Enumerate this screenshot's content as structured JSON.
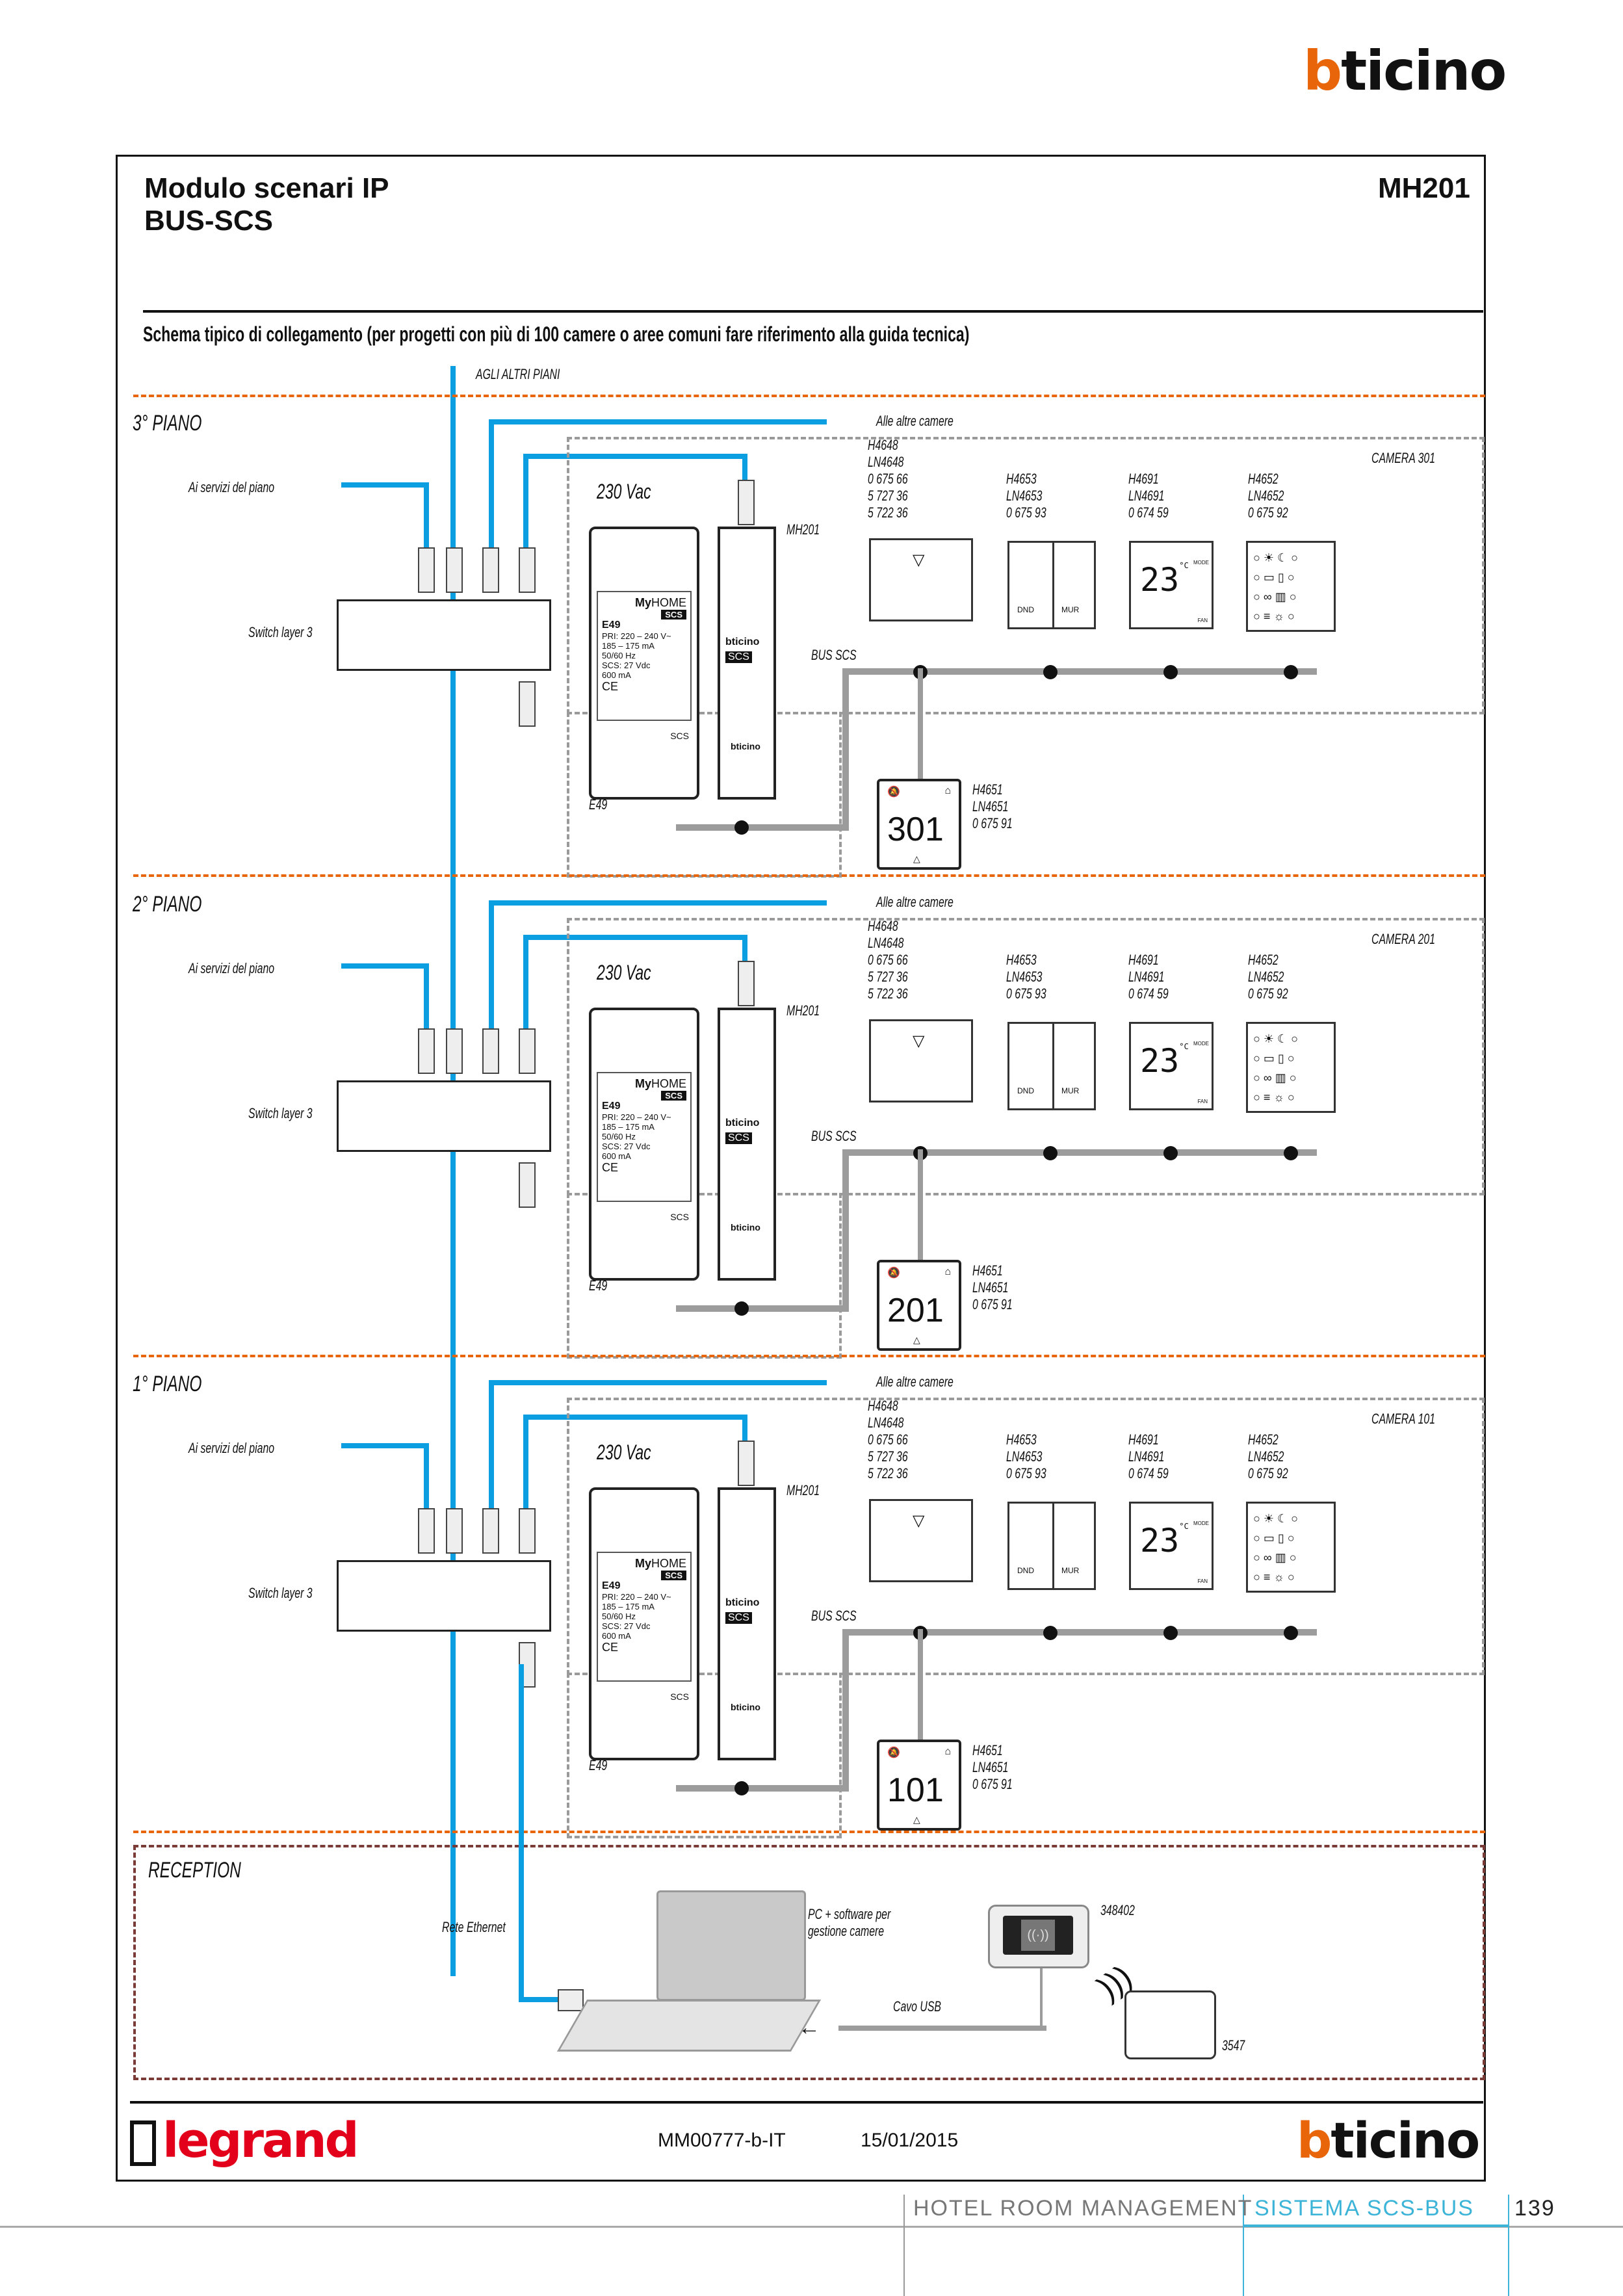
{
  "brand": {
    "top_logo": {
      "b": "b",
      "rest": "ticino"
    },
    "footer_logo_bticino": {
      "b": "b",
      "rest": "ticino"
    },
    "footer_logo_legrand": "legrand",
    "colors": {
      "bticino_orange": "#e8650a",
      "legrand_red": "#e2001a",
      "network_blue": "#0b9ee0",
      "floor_divider": "#e8650a",
      "reception_border": "#7a3b36",
      "bus_gray": "#9c9c9c"
    }
  },
  "header": {
    "title_line1": "Modulo scenari IP",
    "title_line2": "BUS-SCS",
    "code": "MH201"
  },
  "subtitle": "Schema tipico di collegamento (per progetti con più di 100 camere o aree comuni fare riferimento alla guida tecnica)",
  "agli_altri_piani": "AGLI ALTRI PIANI",
  "floors": [
    {
      "label": "3° PIANO",
      "room": "CAMERA 301",
      "room_number": "301"
    },
    {
      "label": "2° PIANO",
      "room": "CAMERA 201",
      "room_number": "201"
    },
    {
      "label": "1° PIANO",
      "room": "CAMERA 101",
      "room_number": "101"
    }
  ],
  "common": {
    "ai_servizi": "Ai servizi del piano",
    "switch_label": "Switch layer 3",
    "alle_altre_camere": "Alle altre camere",
    "vac": "230 Vac",
    "mh201_label": "MH201",
    "e49_label": "E49",
    "bus_scs": "BUS SCS",
    "e49_panel": {
      "brand_my": "My",
      "brand_home": "HOME",
      "scs_badge": "SCS",
      "model": "E49",
      "pri_label": "PRI:",
      "pri_lines": [
        "220 – 240 V~",
        "185 –  175 mA",
        "50/60 Hz"
      ],
      "scs_label": "SCS:",
      "scs_lines": [
        "27 Vdc",
        "600 mA"
      ],
      "ce": "CE",
      "bottom_label": "SCS"
    },
    "mh201_panel": {
      "brand": "bticino",
      "badge": "SCS",
      "bottom": "bticino"
    },
    "codes": {
      "h4648": [
        "H4648",
        "LN4648",
        "0 675 66",
        "5 727 36",
        "5 722 36"
      ],
      "h4653": [
        "H4653",
        "LN4653",
        "0 675 93"
      ],
      "h4691": [
        "H4691",
        "LN4691",
        "0 674 59"
      ],
      "h4652": [
        "H4652",
        "LN4652",
        "0 675 92"
      ],
      "h4651": [
        "H4651",
        "LN4651",
        "0 675 91"
      ]
    },
    "dnd": "DND",
    "mur": "MUR",
    "thermo_temp": "23",
    "thermo_unit": "°C",
    "thermo_mode": "MODE",
    "thermo_fan": "FAN"
  },
  "reception": {
    "label": "RECEPTION",
    "rete": "Rete Ethernet",
    "pc_line1": "PC + software per",
    "pc_line2": "gestione camere",
    "cavo_usb": "Cavo USB",
    "reader_code": "348402",
    "card_code": "3547"
  },
  "footer": {
    "doc_code": "MM00777-b-IT",
    "date": "15/01/2015"
  },
  "page_footer": {
    "section": "HOTEL ROOM MANAGEMENT",
    "system": "SISTEMA SCS-BUS",
    "page": "139"
  }
}
